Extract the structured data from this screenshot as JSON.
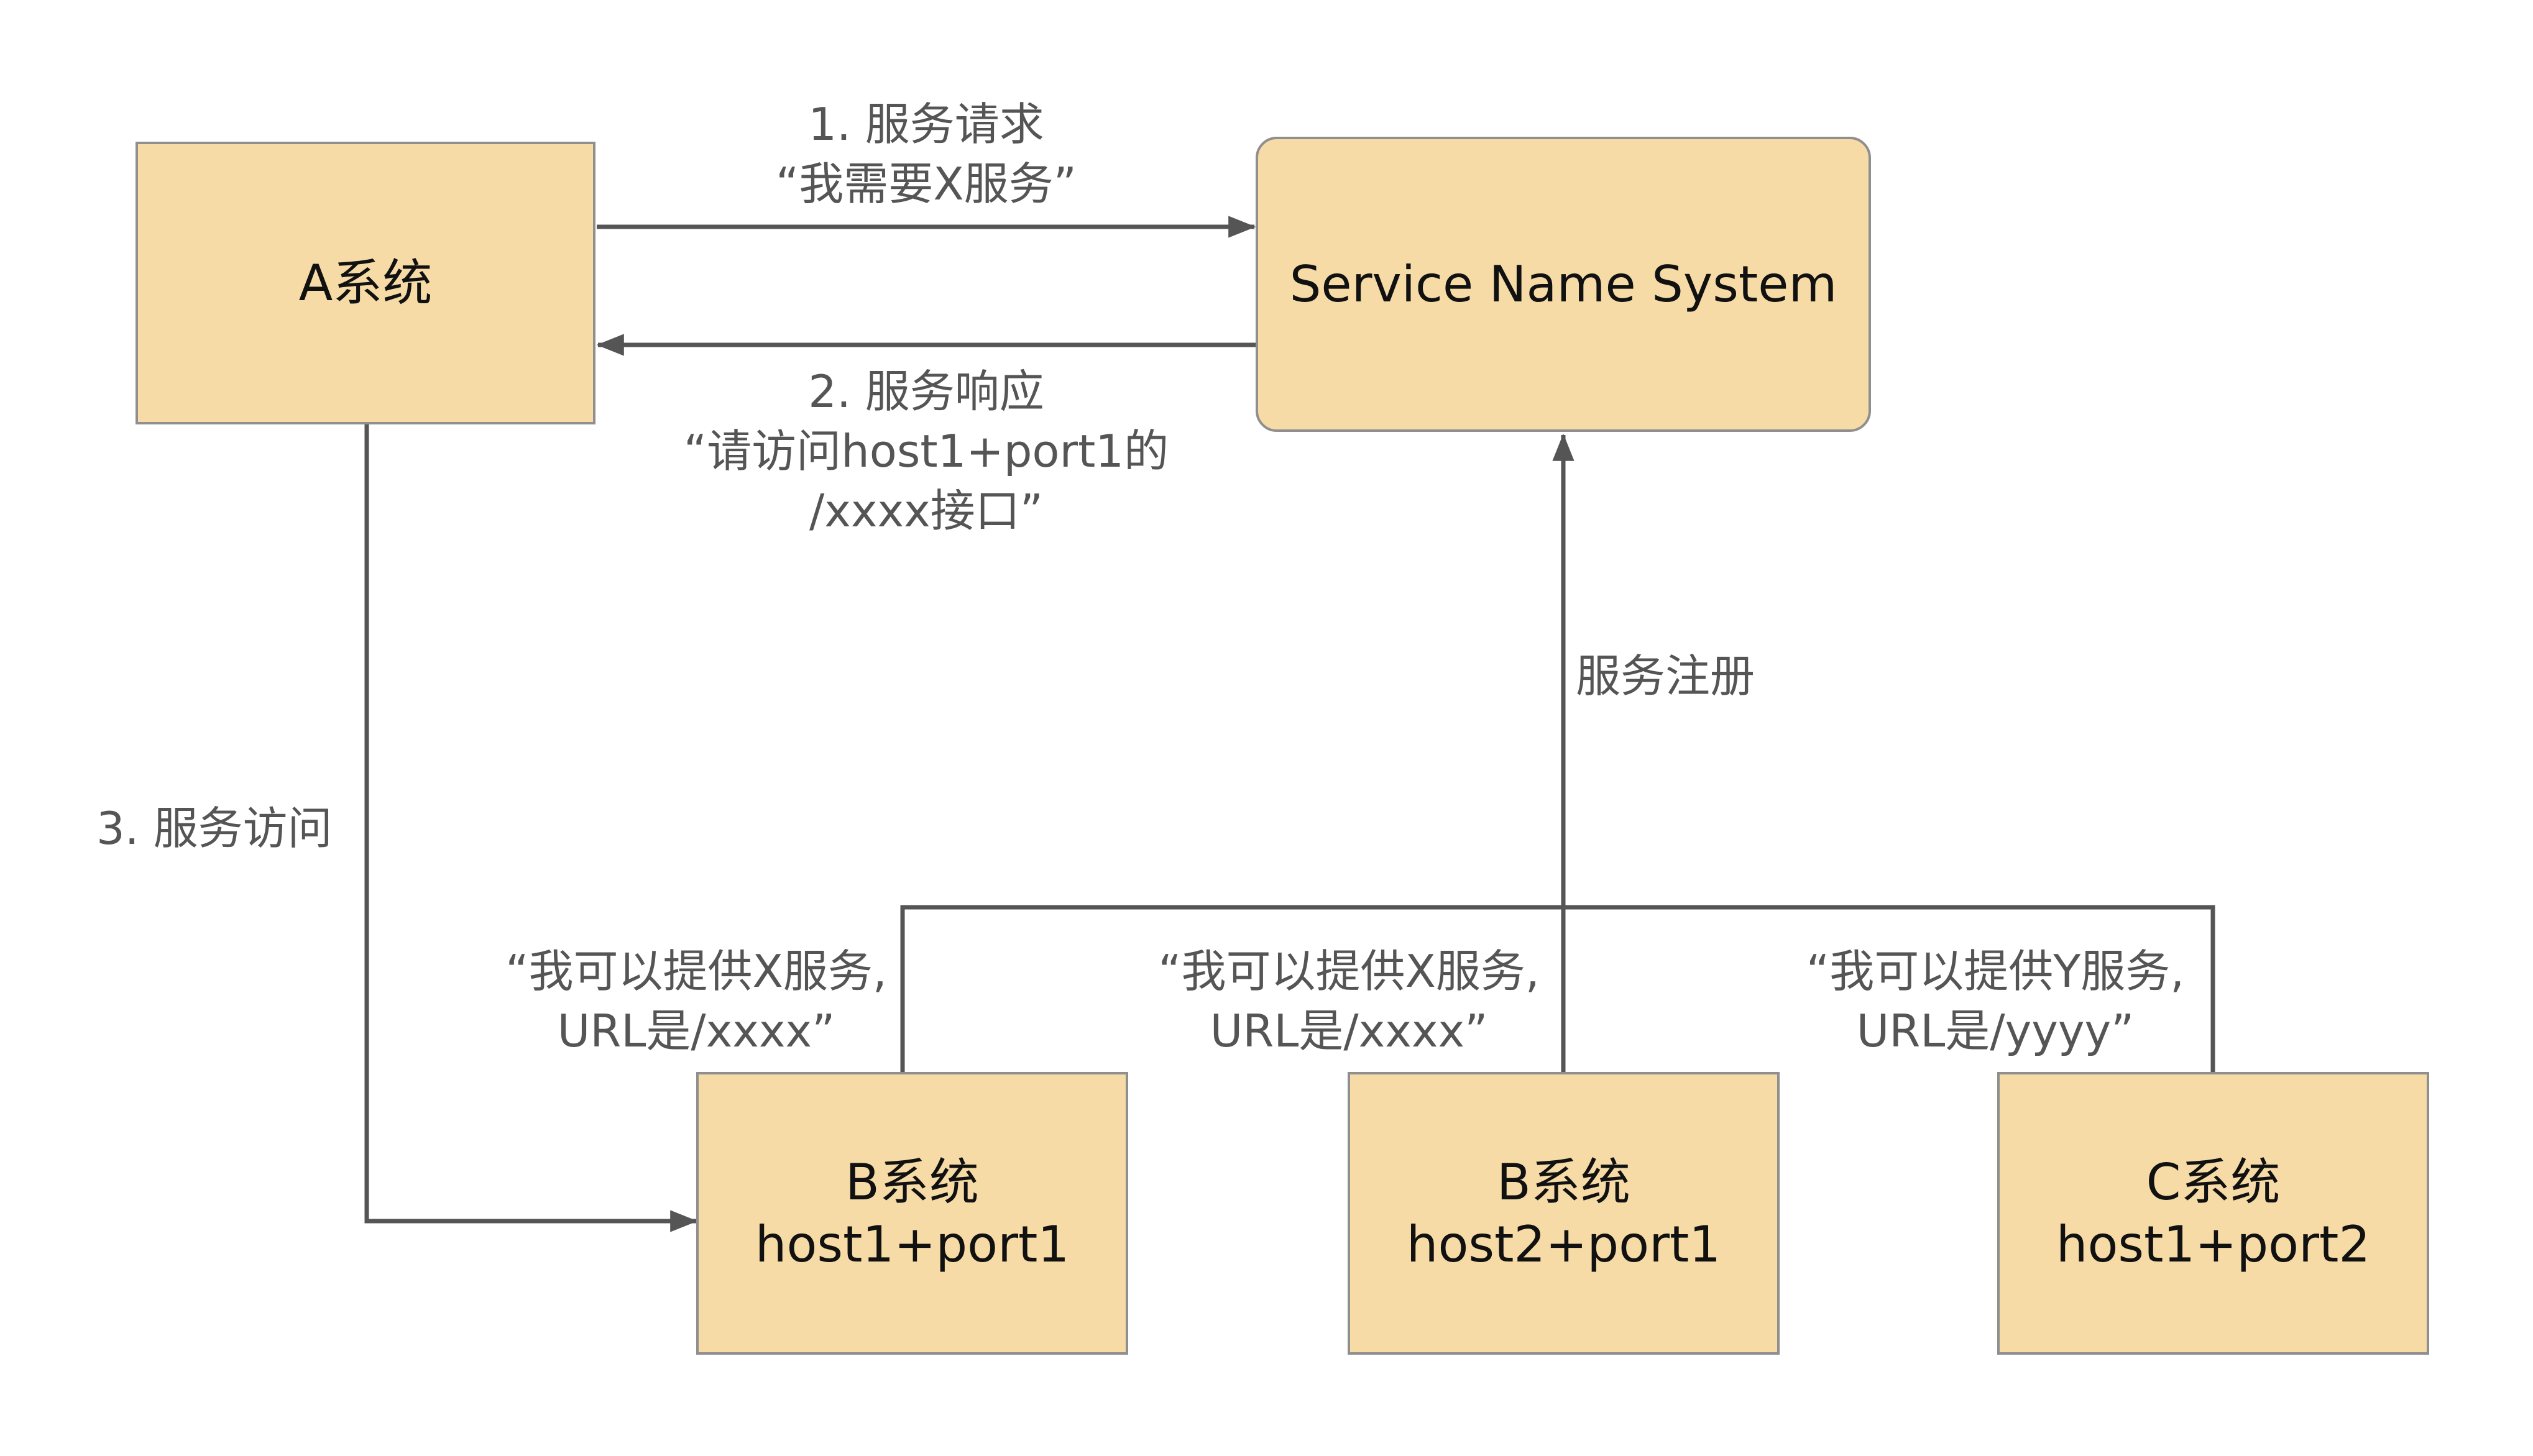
{
  "boxes": {
    "a_system": {
      "line1": "A系统"
    },
    "sns": {
      "line1": "Service Name System"
    },
    "b1": {
      "line1": "B系统",
      "line2": "host1+port1"
    },
    "b2": {
      "line1": "B系统",
      "line2": "host2+port1"
    },
    "c": {
      "line1": "C系统",
      "line2": "host1+port2"
    }
  },
  "labels": {
    "request": {
      "line1": "1. 服务请求",
      "line2": "“我需要X服务”"
    },
    "response": {
      "line1": "2. 服务响应",
      "line2": "“请访问host1+port1的",
      "line3": "/xxxx接口”"
    },
    "register": {
      "line1": "服务注册"
    },
    "access": {
      "line1": "3. 服务访问"
    },
    "b1_offer": {
      "line1": "“我可以提供X服务,",
      "line2": "URL是/xxxx”"
    },
    "b2_offer": {
      "line1": "“我可以提供X服务,",
      "line2": "URL是/xxxx”"
    },
    "c_offer": {
      "line1": "“我可以提供Y服务,",
      "line2": "URL是/yyyy”"
    }
  },
  "colors": {
    "box_fill": "#f6dba6",
    "box_border": "#8f8f8f",
    "line": "#555555",
    "text_dark": "#111111",
    "text_label": "#555555"
  }
}
